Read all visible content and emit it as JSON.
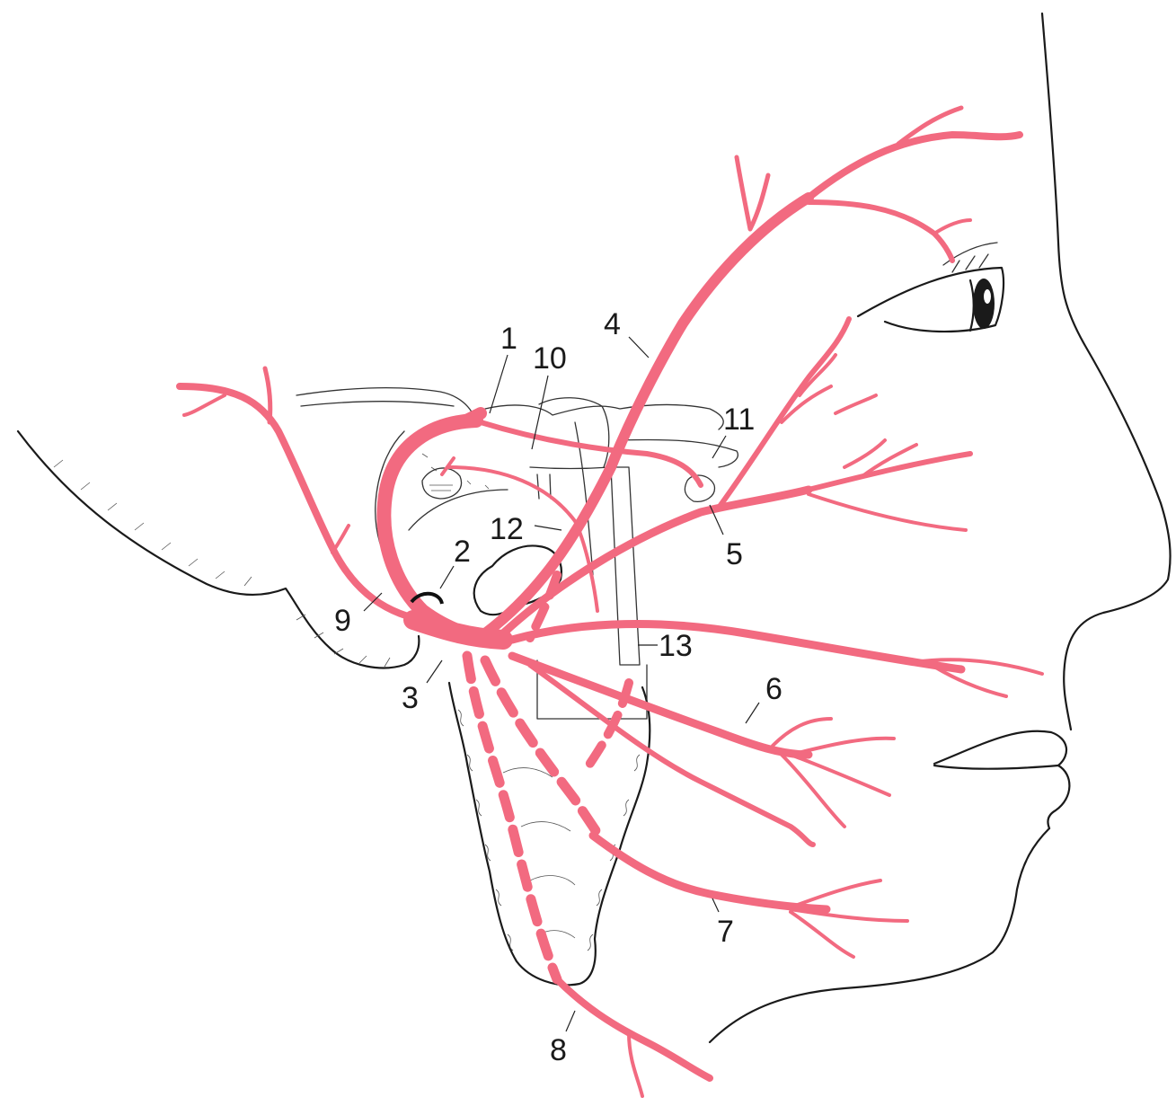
{
  "nerve_color": "#f26a80",
  "labels": [
    {
      "id": "label-1",
      "text": "1"
    },
    {
      "id": "label-2",
      "text": "2"
    },
    {
      "id": "label-3",
      "text": "3"
    },
    {
      "id": "label-4",
      "text": "4"
    },
    {
      "id": "label-5",
      "text": "5"
    },
    {
      "id": "label-6",
      "text": "6"
    },
    {
      "id": "label-7",
      "text": "7"
    },
    {
      "id": "label-8",
      "text": "8"
    },
    {
      "id": "label-9",
      "text": "9"
    },
    {
      "id": "label-10",
      "text": "10"
    },
    {
      "id": "label-11",
      "text": "11"
    },
    {
      "id": "label-12",
      "text": "12"
    },
    {
      "id": "label-13",
      "text": "13"
    }
  ]
}
